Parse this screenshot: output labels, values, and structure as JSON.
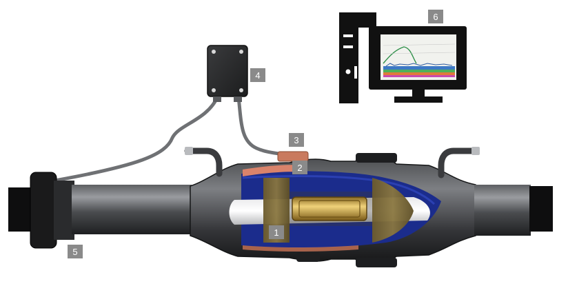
{
  "labels": {
    "l1": "1",
    "l2": "2",
    "l3": "3",
    "l4": "4",
    "l5": "5",
    "l6": "6"
  },
  "colors": {
    "label_bg": "#8a8a8a",
    "body_dark": "#2e2f31",
    "body_light": "#8d8f92",
    "inner_blue": "#1b2c8c",
    "copper": "#d9836b",
    "gold": "#c9a24a",
    "monitor": "#111111",
    "cable": "#6f7174"
  },
  "icons": [
    "sensor-box-icon",
    "computer-icon",
    "monitor-icon"
  ]
}
